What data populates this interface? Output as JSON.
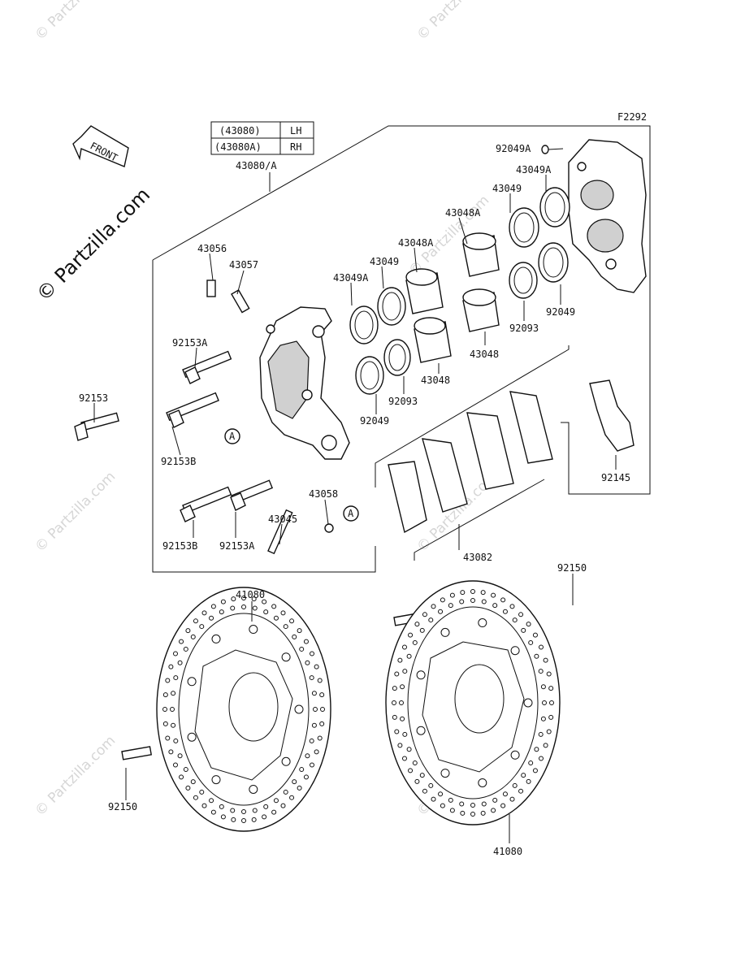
{
  "figure_code": "F2292",
  "front_label": "FRONT",
  "brand_watermark": "© Partzilla.com",
  "faint_watermark": "© Partzilla.com",
  "table": {
    "rows": [
      {
        "code": "(43080)",
        "side": "LH"
      },
      {
        "code": "(43080A)",
        "side": "RH"
      }
    ]
  },
  "parts": {
    "p43080A": "43080/A",
    "p92049A": "92049A",
    "p43049A_r": "43049A",
    "p43049_r": "43049",
    "p43048A_r": "43048A",
    "p43048A_l": "43048A",
    "p43049_l": "43049",
    "p43049A_l": "43049A",
    "p43056": "43056",
    "p43057": "43057",
    "p92153A_t": "92153A",
    "p92153": "92153",
    "p92049_r": "92049",
    "p92093_r": "92093",
    "p43048_r": "43048",
    "p92093_l": "92093",
    "p43048_l": "43048",
    "p92049_l": "92049",
    "p92145": "92145",
    "p92153B_t": "92153B",
    "p43058": "43058",
    "p92153B_b": "92153B",
    "p92153A_b": "92153A",
    "p43045": "43045",
    "p43082": "43082",
    "p92150_r": "92150",
    "p41080_l": "41080",
    "p92150_l": "92150",
    "p41080_r": "41080",
    "refA_1": "A",
    "refA_2": "A"
  }
}
